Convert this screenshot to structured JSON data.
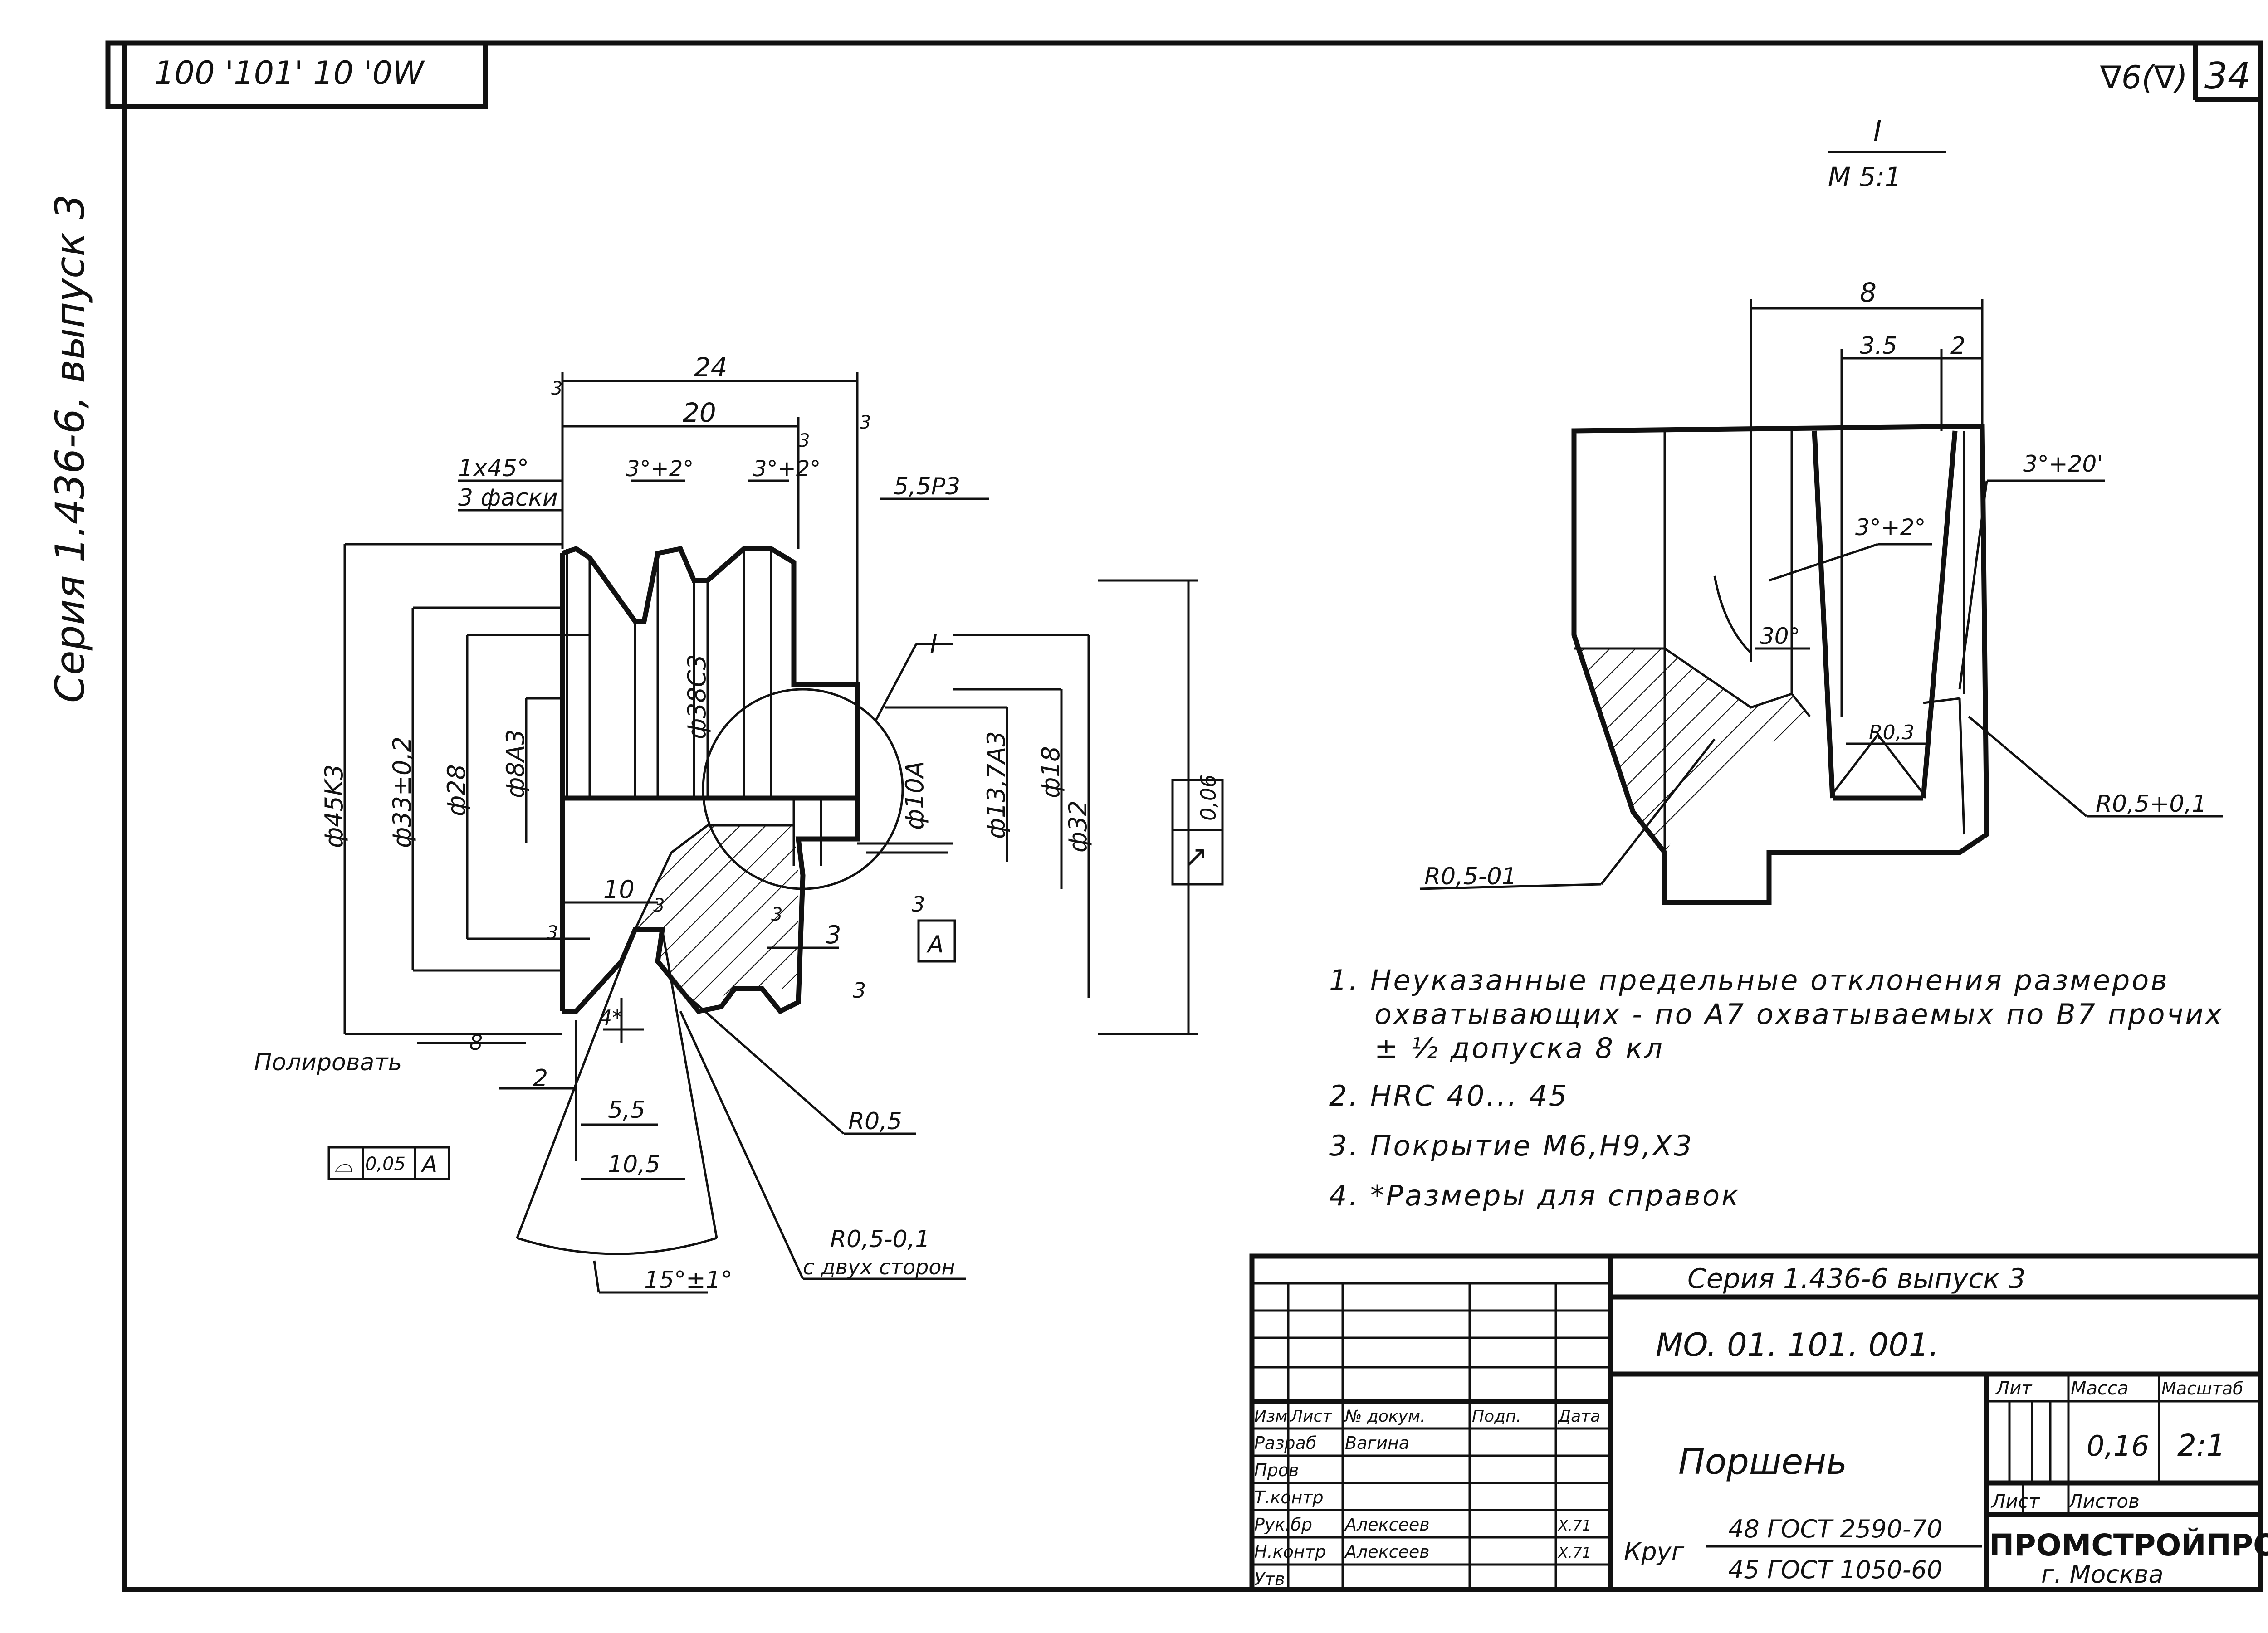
{
  "stamp_top_left": "100 '101' 10 '0W",
  "sheet_number": "34",
  "surface_mark": "∇6(∇)",
  "side_text": "Серия 1.436-6, выпуск 3",
  "detail": {
    "label": "I",
    "scale": "M 5:1",
    "dims": {
      "d8": "8",
      "d35": "3.5",
      "d2": "2",
      "angle1": "3°+20'",
      "angle2": "3°+2°",
      "angle30": "30°",
      "r03": "R0,3",
      "r05": "R0,5+0,1",
      "r05b": "R0,5-01"
    }
  },
  "main": {
    "dims": {
      "d24": "24",
      "d20": "20",
      "ch1": "1x45°",
      "ch2": "3 фаски",
      "a1": "3°+2°",
      "a2": "3°+2°",
      "p1": "5,5P3",
      "d45": "ф45K3",
      "d33": "ф33±0,2",
      "d28": "ф28",
      "d8": "ф8A3",
      "d38": "ф38C3",
      "d10": "ф10A",
      "d137": "ф13,7A3",
      "d18": "ф18",
      "d32": "ф32",
      "d10l": "10",
      "d3": "3",
      "r3a": "3",
      "r3b": "3",
      "r3c": "3",
      "r3d": "3",
      "r3e": "3",
      "r3f": "3",
      "r3g": "3",
      "r3h": "3",
      "d4": "4*",
      "d2": "2",
      "d55": "5,5",
      "d105": "10,5",
      "r05": "R0,5",
      "r05b": "R0,5-0,1",
      "r05c": "с двух сторон",
      "angle": "15°±1°",
      "polish": "Полировать",
      "polish_mark": "8",
      "det_I": "I",
      "datum": "A",
      "runout_tol": "0,06",
      "runout_sym": "↗",
      "flat_sym": "⌓",
      "flat_tol": "0,05",
      "flat_ref": "A"
    }
  },
  "notes": [
    "1.  Неуказанные предельные отклонения размеров",
    "охватывающих - по A7 охватываемых по B7 прочих",
    "± ½ допуска 8 кл",
    "2.  HRC   40... 45",
    "3.  Покрытие  M6,H9,X3",
    "4.  *Размеры для справок"
  ],
  "title_block": {
    "series": "Серия 1.436-6  выпуск 3",
    "code": "MO. 01. 101. 001.",
    "name": "Поршень",
    "lit": "Лит",
    "mass_h": "Масса",
    "scale_h": "Масштаб",
    "mass": "0,16",
    "scale": "2:1",
    "sheet": "Лист",
    "sheets": "Листов",
    "org": "ПРОМСТРОЙПРОЕКТ",
    "city": "г. Москва",
    "material_pre": "Круг",
    "material1": "48 ГОСТ 2590-70",
    "material2": "45 ГОСТ 1050-60",
    "cols": [
      "Изм",
      "Лист",
      "№ докум.",
      "Подп.",
      "Дата"
    ],
    "rows": [
      {
        "role": "Разраб",
        "name": "Вагина",
        "sign": "",
        "date": ""
      },
      {
        "role": "Пров",
        "name": "",
        "sign": "",
        "date": ""
      },
      {
        "role": "Т.контр",
        "name": "",
        "sign": "",
        "date": ""
      },
      {
        "role": "Рук.бр",
        "name": "Алексеев",
        "sign": "",
        "date": "X.71"
      },
      {
        "role": "Н.контр",
        "name": "Алексеев",
        "sign": "",
        "date": "X.71"
      },
      {
        "role": "Утв",
        "name": "",
        "sign": "",
        "date": ""
      }
    ]
  }
}
